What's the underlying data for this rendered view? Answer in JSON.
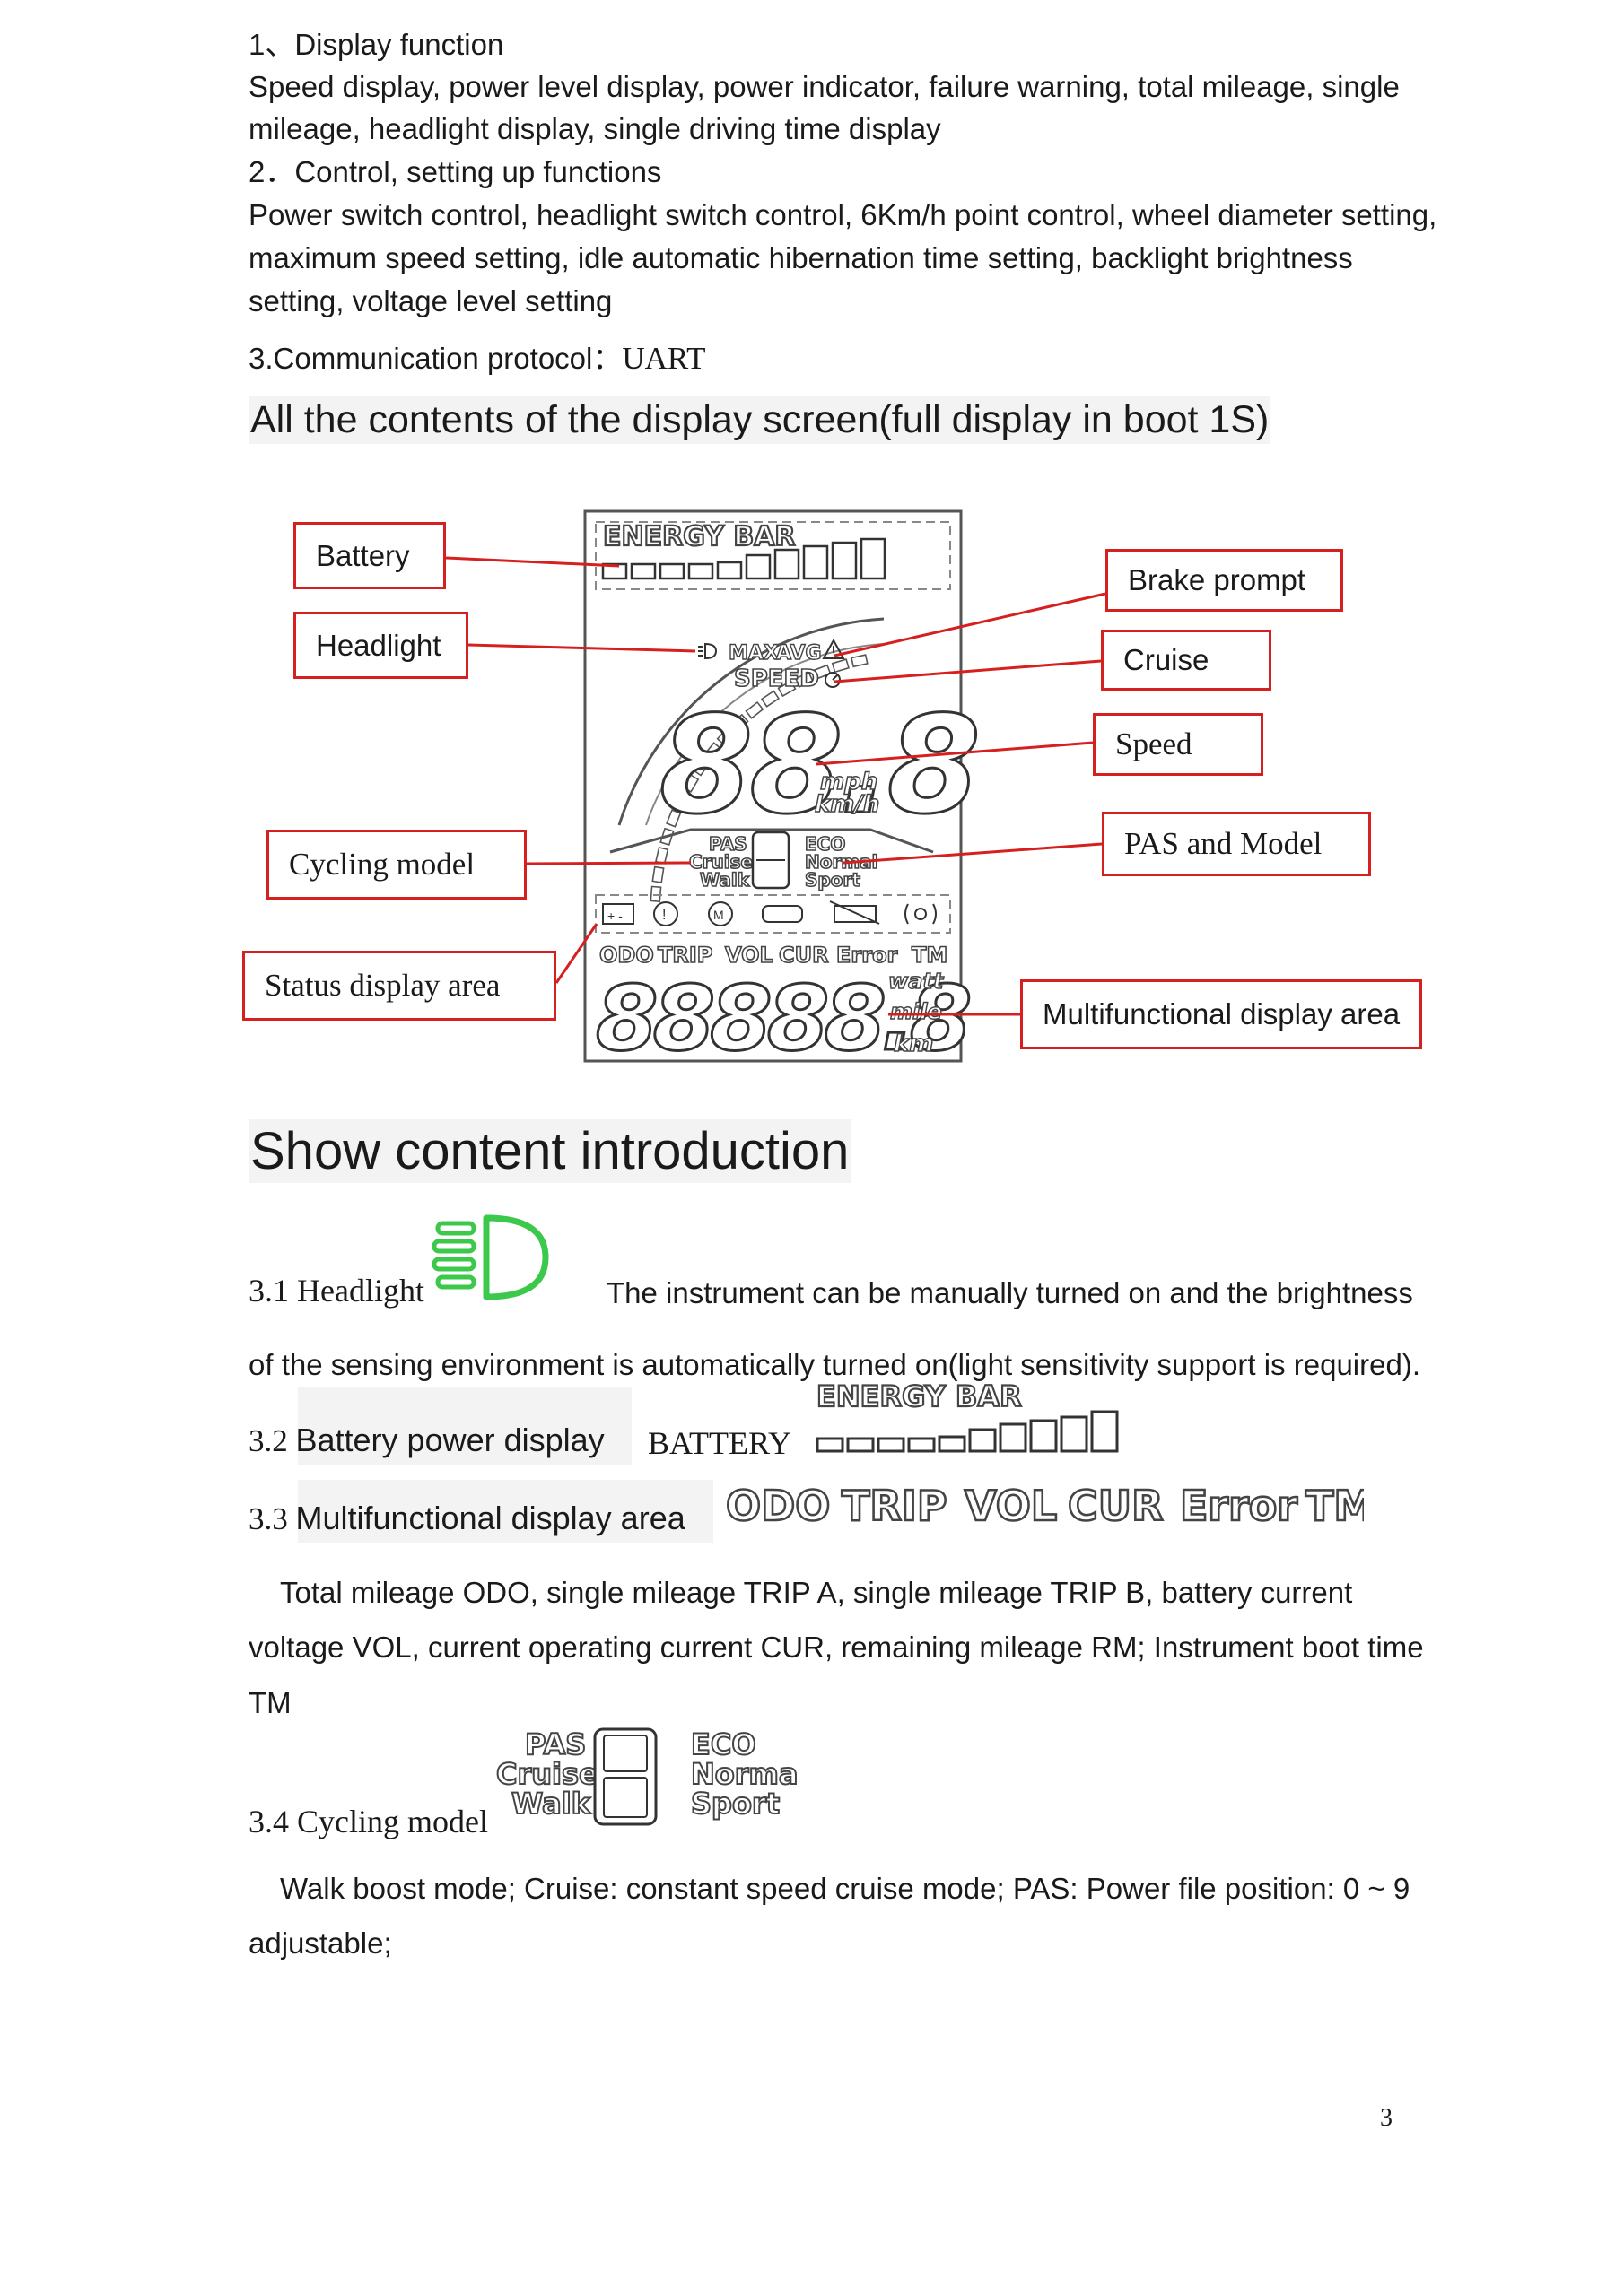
{
  "sections": {
    "s1_title": "1、Display function",
    "s1_line1": "Speed display, power level display, power indicator, failure warning, total mileage, single",
    "s1_line2": "mileage, headlight display, single driving time display",
    "s2_title": "2．Control, setting up functions",
    "s2_line1": "Power switch control, headlight switch control, 6Km/h point control, wheel diameter setting,",
    "s2_line2": "maximum speed setting, idle automatic hibernation time setting, backlight brightness",
    "s2_line3": "setting, voltage level setting",
    "s3_prefix": "3.Communication protocol：",
    "s3_value": "UART"
  },
  "display_heading": "All the contents of the display screen(full display in boot 1S)",
  "callouts": {
    "battery": "Battery",
    "headlight": "Headlight",
    "brake": "Brake prompt",
    "cruise": "Cruise",
    "speed": "Speed",
    "pas_model": "PAS and Model",
    "cycling_model": "Cycling model",
    "status_area": "Status display area",
    "multi_area": "Multifunctional display area"
  },
  "lcd": {
    "energy_bar": "ENERGY BAR",
    "max": "MAX",
    "avg": "AVG",
    "speed": "SPEED",
    "speed_digits": "88.8",
    "mph": "mph",
    "kmh": "km/h",
    "pas": "PAS",
    "cruise": "Cruise",
    "walk": "Walk",
    "eco": "ECO",
    "normal": "Normal",
    "sport": "Sport",
    "odo": "ODO",
    "trip": "TRIP",
    "vol": "VOL",
    "cur": "CUR",
    "error": "Error",
    "tm": "TM",
    "multi_digits": "88888.8",
    "watt": "watt",
    "mile": "mile",
    "km": "km"
  },
  "intro_heading": "Show content introduction",
  "intro": {
    "headlight_label": "3.1 Headlight",
    "headlight_text1": "The instrument can be manually turned on and the brightness",
    "headlight_text2": "of the sensing environment is automatically turned on(light sensitivity support is required).",
    "battery_label": "3.2 Battery power display",
    "battery_word": "BATTERY",
    "battery_bar_label": "ENERGY BAR",
    "multi_label": "3.3 Multifunctional display area",
    "multi_items": [
      "ODO",
      "TRIP",
      "VOL",
      "CUR",
      "Error",
      "TM"
    ],
    "multi_text1": "Total mileage ODO, single mileage TRIP A, single mileage TRIP B, battery current",
    "multi_text2": "voltage VOL, current operating current CUR, remaining mileage RM; Instrument boot time",
    "multi_text3": "TM",
    "cycling_label": "3.4 Cycling model",
    "cycling_left": [
      "PAS",
      "Cruise",
      "Walk"
    ],
    "cycling_right": [
      "ECO",
      "Normal",
      "Sport"
    ],
    "cycling_text1": "Walk boost mode; Cruise: constant speed cruise mode; PAS: Power file position: 0 ~ 9",
    "cycling_text2": "adjustable;"
  },
  "page_number": "3",
  "colors": {
    "callout_red": "#d62020",
    "headlight_green": "#3cc84a"
  }
}
